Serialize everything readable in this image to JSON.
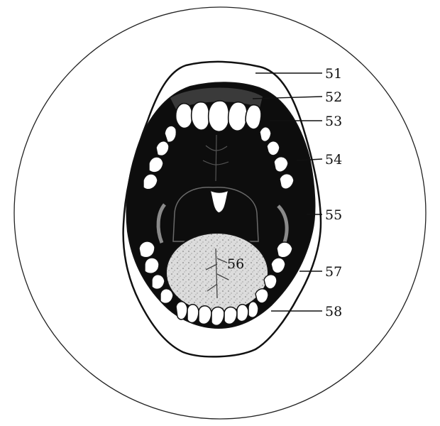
{
  "diagram": {
    "subject": "open mouth, frontal view",
    "labels": [
      {
        "id": "l51",
        "text": "51"
      },
      {
        "id": "l52",
        "text": "52"
      },
      {
        "id": "l53",
        "text": "53"
      },
      {
        "id": "l54",
        "text": "54"
      },
      {
        "id": "l55",
        "text": "55"
      },
      {
        "id": "l56",
        "text": "56"
      },
      {
        "id": "l57",
        "text": "57"
      },
      {
        "id": "l58",
        "text": "58"
      }
    ]
  },
  "colors": {
    "outline": "#111111",
    "cavity": "#0d0d0d",
    "gum": "#262626",
    "tooth": "#ffffff",
    "tongue": "#d9d9d9",
    "lip": "#ffffff"
  }
}
